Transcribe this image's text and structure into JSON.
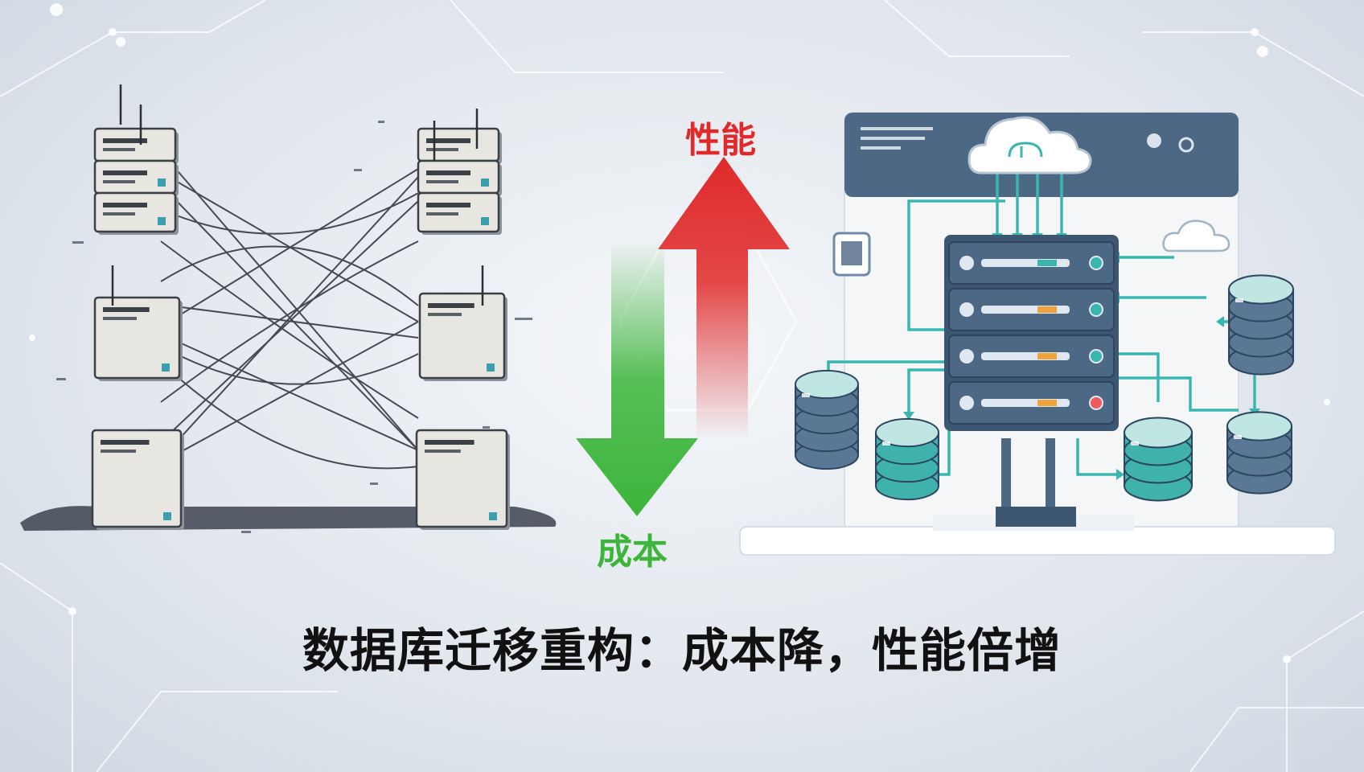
{
  "labels": {
    "performance": "性能",
    "cost": "成本",
    "headline": "数据库迁移重构：成本降，性能倍增"
  },
  "colors": {
    "performance_arrow": "#e02a2a",
    "cost_arrow": "#3cb53a",
    "server_dark": "#4d6885",
    "database_teal": "#3fb3ab",
    "connection_line": "#3bb5b0",
    "background": "#e3e8ee"
  },
  "icons": [
    "legacy-server-icon",
    "cloud-icon",
    "database-icon",
    "server-rack-icon",
    "arrow-up-icon",
    "arrow-down-icon"
  ]
}
